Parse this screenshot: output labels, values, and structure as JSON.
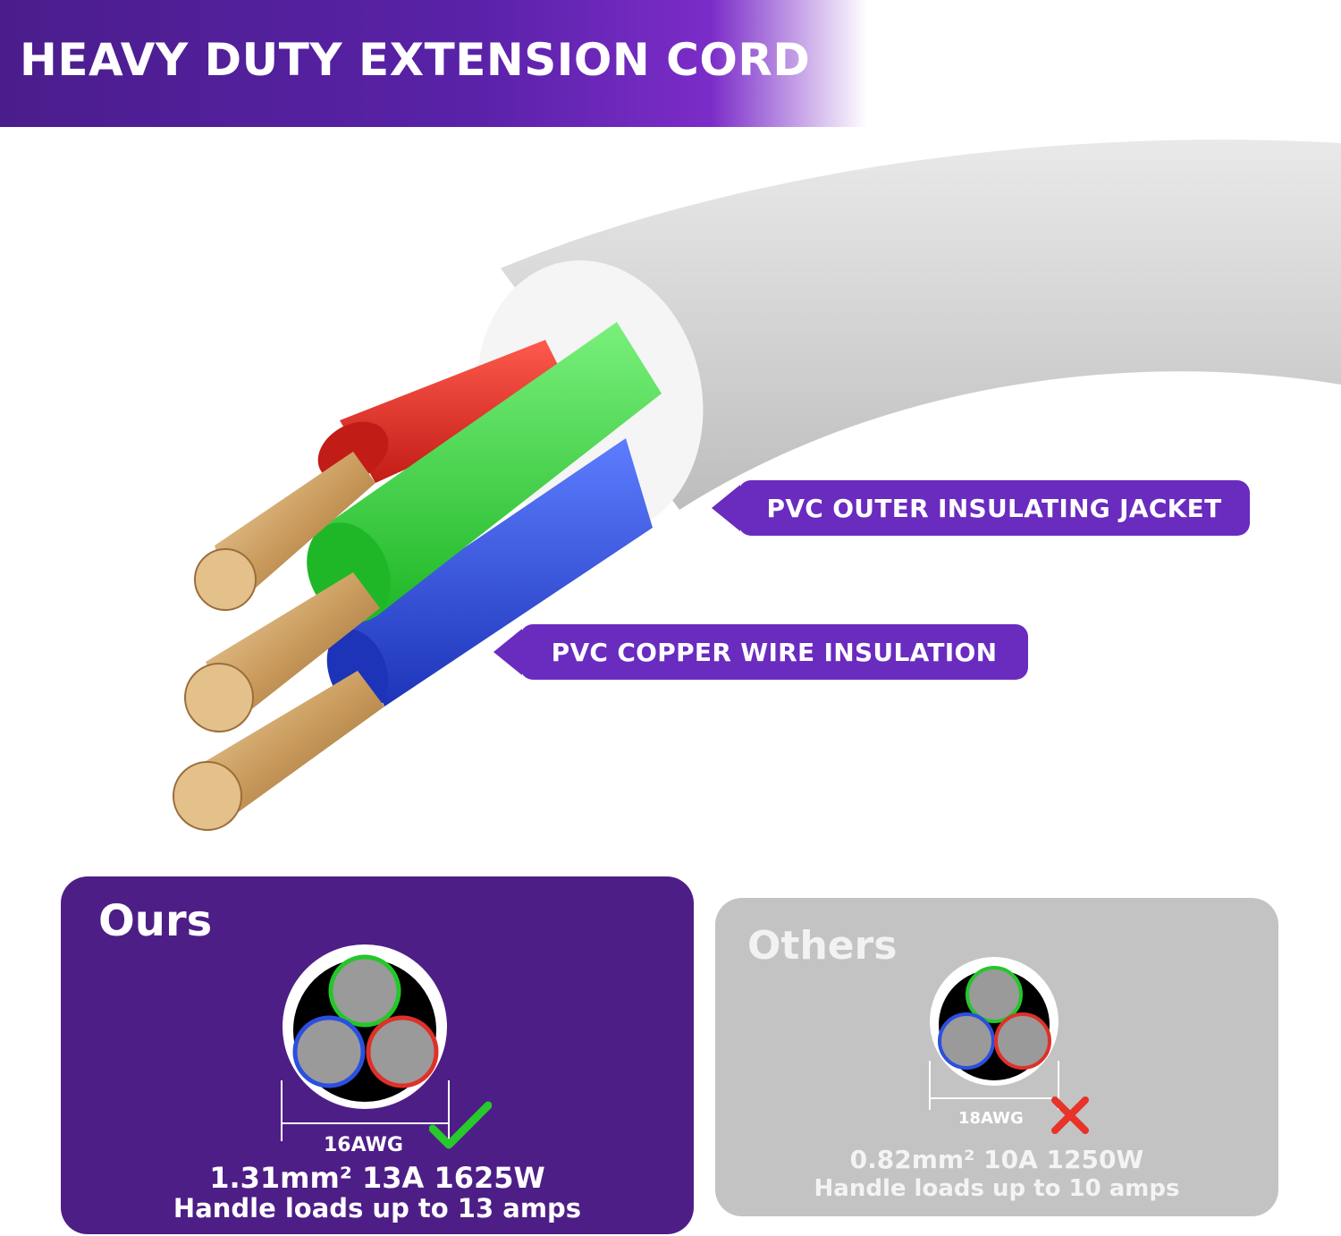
{
  "header": {
    "title": "HEAVY DUTY EXTENSION CORD"
  },
  "callouts": {
    "jacket": "PVC OUTER INSULATING JACKET",
    "wire": "PVC COPPER WIRE INSULATION"
  },
  "ours": {
    "title": "Ours",
    "gauge": "16AWG",
    "spec_line1": "1.31mm² 13A 1625W",
    "spec_line2": "Handle loads up to 13 amps",
    "mark_icon": "check-icon"
  },
  "others": {
    "title": "Others",
    "gauge": "18AWG",
    "spec_line1": "0.82mm² 10A 1250W",
    "spec_line2": "Handle loads up to 10 amps",
    "mark_icon": "cross-icon"
  },
  "colors": {
    "brand_purple": "#4e1e87",
    "callout_purple": "#6a2bbf",
    "wire_red": "#e0302a",
    "wire_green": "#2fd135",
    "wire_blue": "#2b4fe0",
    "copper": "#d6b07a",
    "jacket": "#ececec"
  }
}
